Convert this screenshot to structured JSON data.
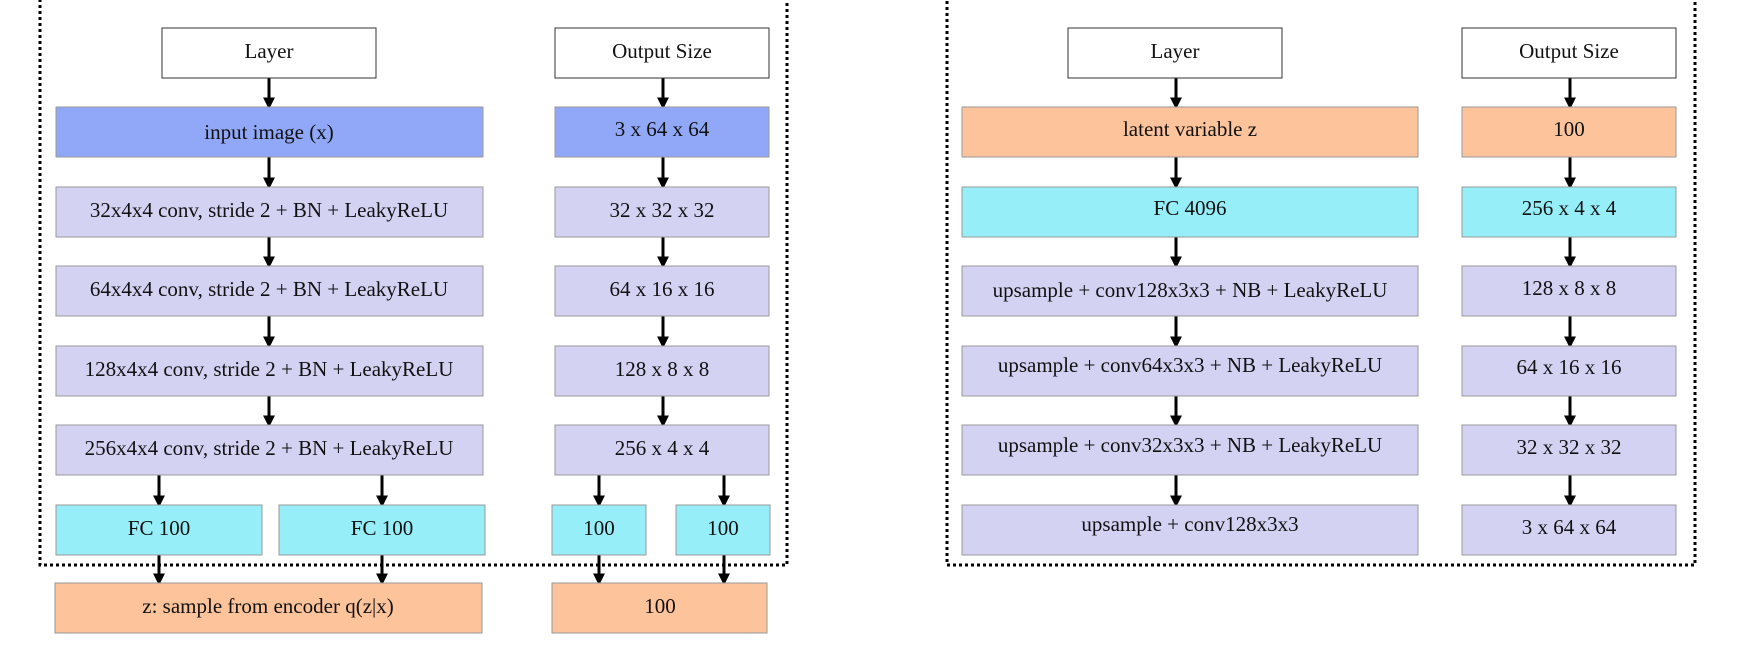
{
  "colors": {
    "blue": "#90a8f7",
    "lavender": "#d4d2f3",
    "cyan": "#96eef8",
    "peach": "#fdc39b"
  },
  "encoder": {
    "layer_header": "Layer",
    "size_header": "Output Size",
    "layers": [
      "input image (x)",
      "32x4x4 conv, stride 2 + BN + LeakyReLU",
      "64x4x4 conv, stride 2 + BN + LeakyReLU",
      "128x4x4 conv, stride 2 + BN + LeakyReLU",
      "256x4x4 conv, stride 2 + BN + LeakyReLU"
    ],
    "sizes": [
      "3 x 64 x 64",
      "32 x 32 x 32",
      "64 x 16 x 16",
      "128 x 8 x 8",
      "256 x 4 x 4"
    ],
    "fc_layers": [
      "FC 100",
      "FC 100"
    ],
    "fc_sizes": [
      "100",
      "100"
    ],
    "sample_label": "z: sample from encoder q(z|x)",
    "sample_size": "100"
  },
  "decoder": {
    "layer_header": "Layer",
    "size_header": "Output Size",
    "layers": [
      "latent variable z",
      "FC 4096",
      "upsample + conv128x3x3 + NB + LeakyReLU",
      "upsample + conv64x3x3 + NB + LeakyReLU",
      "upsample + conv32x3x3 + NB + LeakyReLU",
      "upsample + conv128x3x3"
    ],
    "sizes": [
      "100",
      "256 x 4 x 4",
      "128 x 8 x 8",
      "64 x 16 x 16",
      "32 x 32 x 32",
      "3 x 64 x 64"
    ]
  }
}
